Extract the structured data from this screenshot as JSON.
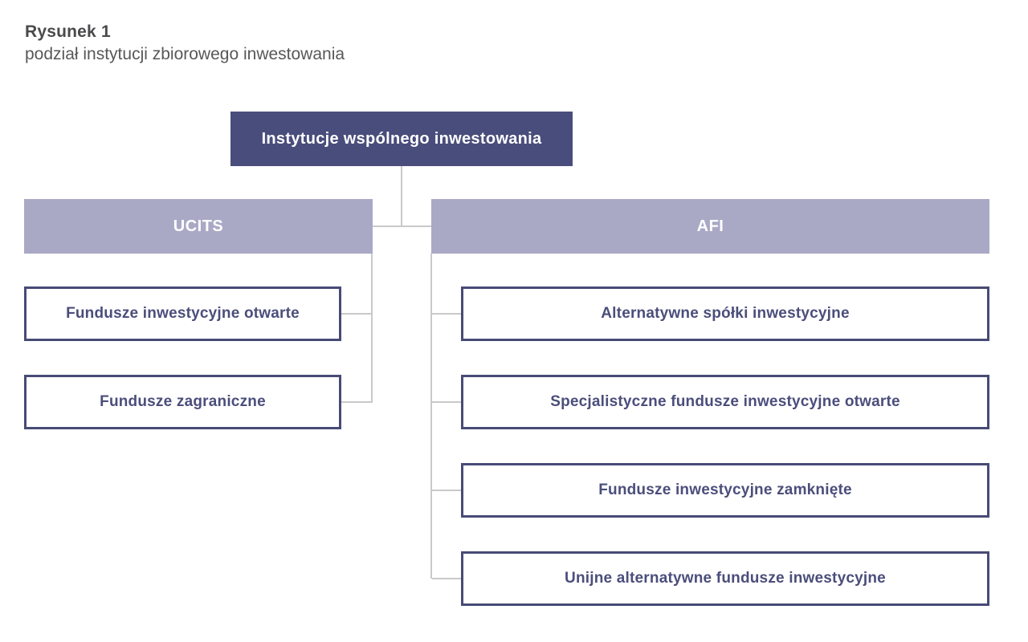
{
  "figure": {
    "label": "Rysunek 1",
    "caption": "podział instytucji zbiorowego inwestowania"
  },
  "diagram": {
    "root": {
      "label": "Instytucje wspólnego inwestowania"
    },
    "branches": [
      {
        "header": "UCITS",
        "children": [
          "Fundusze inwestycyjne otwarte",
          "Fundusze zagraniczne"
        ]
      },
      {
        "header": "AFI",
        "children": [
          "Alternatywne spółki inwestycyjne",
          "Specjalistyczne fundusze inwestycyjne otwarte",
          "Fundusze inwestycyjne zamknięte",
          "Unijne alternatywne fundusze inwestycyjne"
        ]
      }
    ]
  },
  "colors": {
    "root_fill": "#494d7c",
    "branch_fill": "#a9a9c6",
    "leaf_border": "#484b76",
    "leaf_text": "#4b4e7b",
    "connector": "#c9c9c9",
    "title_text": "#4a4a4c",
    "caption_text": "#58585a"
  }
}
